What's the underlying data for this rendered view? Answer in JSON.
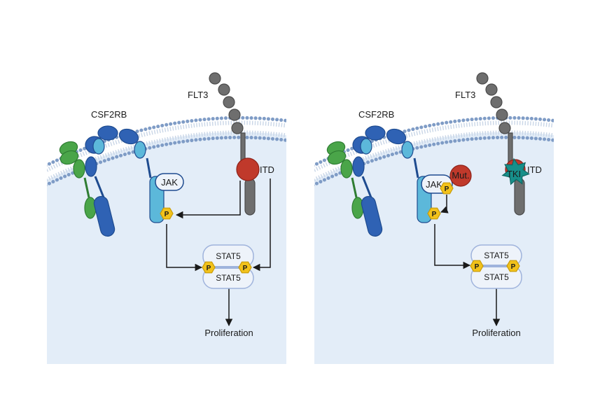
{
  "panels": [
    {
      "receptor_label": "CSF2RB",
      "kinase_label": "FLT3",
      "itd_label": "ITD",
      "jak_label": "JAK",
      "p_label": "P",
      "stat_top": "STAT5",
      "stat_bottom": "STAT5",
      "outcome_label": "Proliferation"
    },
    {
      "receptor_label": "CSF2RB",
      "kinase_label": "FLT3",
      "itd_label": "ITD",
      "jak_label": "JAK",
      "mut_label": "Mut.",
      "tki_label": "TKI",
      "p_label": "P",
      "stat_top": "STAT5",
      "stat_bottom": "STAT5",
      "outcome_label": "Proliferation"
    }
  ],
  "colors": {
    "cytoplasm": "#e3edf8",
    "membrane_head": "#7f9cc6",
    "receptor_dark": "#2f62b4",
    "receptor_light": "#5cb8da",
    "ligand_green": "#4aa549",
    "flt3_gray": "#6e6e6e",
    "itd_red": "#c0392b",
    "tki_teal": "#178f8a",
    "phospho_yellow": "#f2c21b"
  }
}
